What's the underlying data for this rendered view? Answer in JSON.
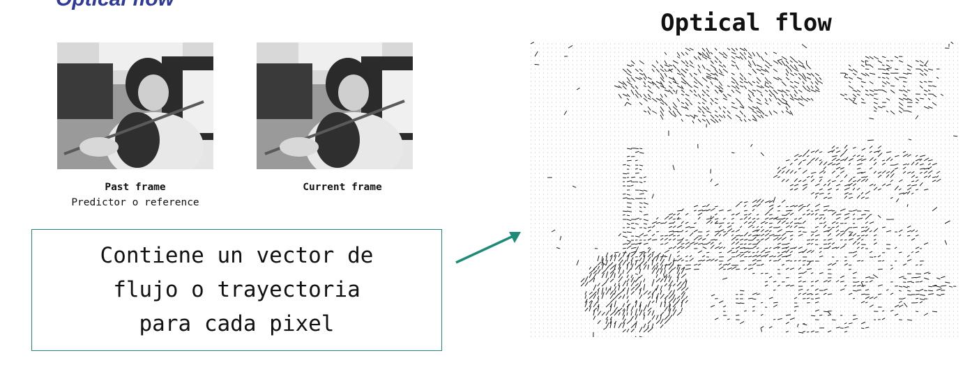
{
  "slide": {
    "title": "Optical flow"
  },
  "frames": {
    "past": {
      "label": "Past frame",
      "sublabel": "Predictor o reference"
    },
    "current": {
      "label": "Current frame"
    }
  },
  "callout": {
    "lines": [
      "Contiene un vector de",
      "flujo o trayectoria",
      "para cada pixel"
    ],
    "border_color": "#1e8a78"
  },
  "flow_panel": {
    "title": "Optical flow"
  },
  "colors": {
    "title_blue": "#2f3a9a",
    "arrow_teal": "#1e8a78",
    "text": "#111111"
  }
}
